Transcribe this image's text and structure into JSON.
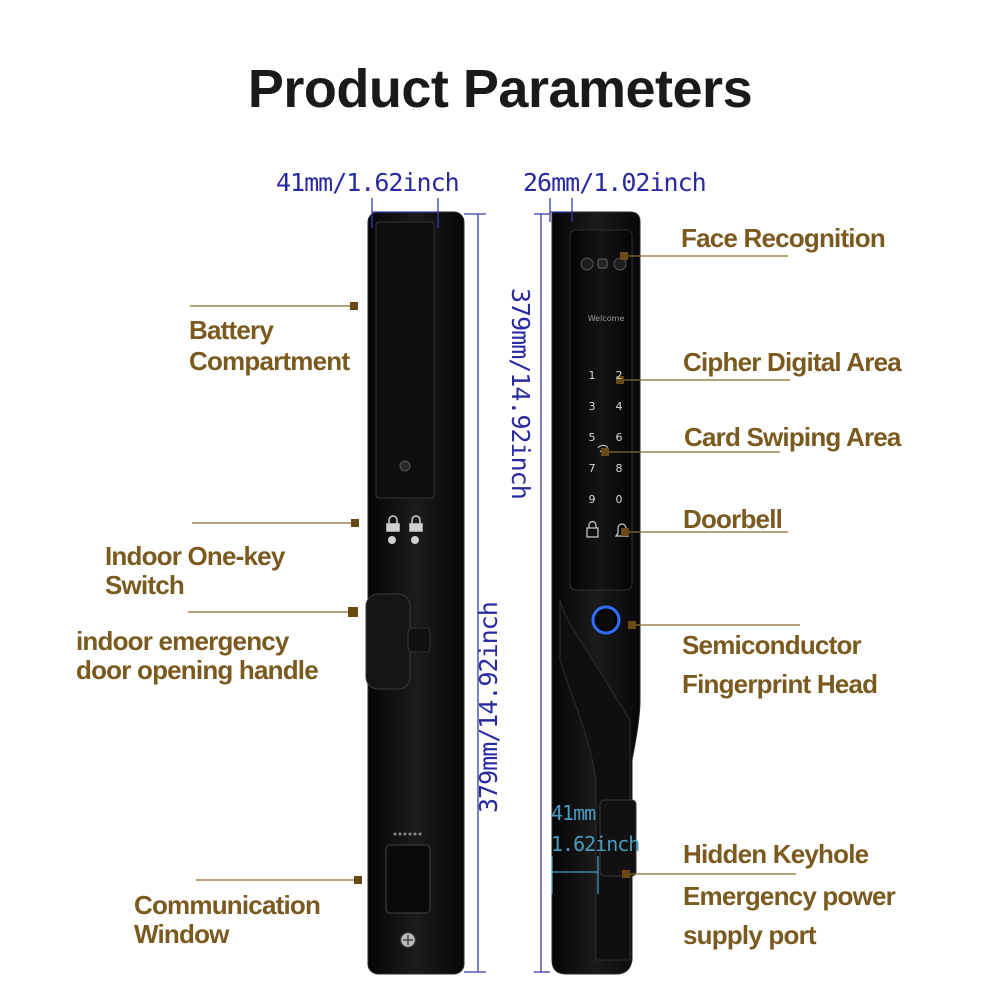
{
  "title": "Product Parameters",
  "dimensions": {
    "front_width": "41mm/1.62inch",
    "side_width": "26mm/1.02inch",
    "side_height": "379mm/14.92inch",
    "front_height": "379mm/14.92inch",
    "handle_width_mm": "41mm",
    "handle_width_inch": "1.62inch"
  },
  "labels_left": {
    "battery_line1": "Battery",
    "battery_line2": "Compartment",
    "switch_line1": "Indoor One-key",
    "switch_line2": "Switch",
    "handle_line1": "indoor emergency",
    "handle_line2": "door  opening handle",
    "comm_line1": "Communication",
    "comm_line2": "Window"
  },
  "labels_right": {
    "face": "Face Recognition",
    "cipher": "Cipher Digital Area",
    "card": "Card Swiping Area",
    "doorbell": "Doorbell",
    "fingerprint_line1": "Semiconductor",
    "fingerprint_line2": "Fingerprint Head",
    "keyhole": "Hidden Keyhole",
    "power_line1": "Emergency power",
    "power_line2": "supply port"
  },
  "keypad": {
    "keys": [
      "1",
      "2",
      "3",
      "4",
      "5",
      "6",
      "7",
      "8",
      "9",
      "0"
    ],
    "welcome": "Welcome"
  },
  "colors": {
    "label": "#7a5a1e",
    "dimension": "#2a2aa0",
    "leader": "#8a6a2a",
    "device": "#0c0c0c",
    "fingerprint_ring": "#2f6cff"
  }
}
